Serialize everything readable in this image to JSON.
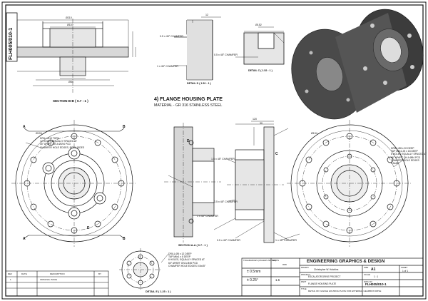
{
  "drawing": {
    "number": "FLH005/010-1",
    "title": "4) FLANGE HOUSING PLATE",
    "material": "MATERIAL - GR 316 STAINLESS STEEL"
  },
  "views": {
    "section_bb": "SECTION B-B ( 0.7 : 1 )",
    "detail_d": "DETAIL D ( 1.52 : 1 )",
    "detail_c": "DETAIL C ( 1.52 : 1 )",
    "section_aa": "SECTION A-A ( 0.7 : 1 )",
    "detail_e": "DETAIL E ( 1.25 : 1 )"
  },
  "cutting_planes": {
    "a": "A",
    "b": "B",
    "c": "C",
    "d": "D",
    "e": "E"
  },
  "callouts": {
    "chamfer_05": "0.5 x 45° CHAMFER",
    "chamfer_1": "1 x 45° CHAMFER",
    "chamfer_15": "1.5 x 45° CHAMFER",
    "hole_note_left": "DRILL Ø13 THRU\n12 HOLES EQUALLY SPACED AT\n30° APART ON A Ø194 PCD\nCHAMFER HOLE EDGES, BOTH SIDES",
    "hole_note_right": "DRILL Ø8 x 20 DEEP\nTAP M8x1.25 x 18 DEEP\n6 HOLES EQUALLY SPACED AT\n60° APART ON A Ø84 PCD\nCHAMFER HOLE EDGES 0.5x45°",
    "hole_note_detail": "DRILL Ø5 x 12 DEEP\nTAP M6x1 x 8 DEEP\n6 HOLES, EQUALLY SPACED AT\n60° APART ON A Ø45 PCD\nCHAMFER HOLE EDGES 0.5x45°"
  },
  "dimensions": {
    "d_top_overall": "Ø210",
    "d_top_hub": "Ø110",
    "d_top_bore": "Ø84",
    "d_left_circle": "Ø194",
    "d_right_circle": "Ø194",
    "len_120": "120",
    "len_30": "30",
    "len_12": "12",
    "d_c_0152": "Ø152"
  },
  "title_block": {
    "company": "ENGINEERING GRAPHICS & DESIGN",
    "general_tolerance_label": "TOLERANCES (UNLESS NOTED)",
    "linear_tolerance": "± 0.5mm",
    "angular_tolerance": "± 0.25°",
    "surface_finish": "1.6",
    "size_label": "SIZE",
    "size": "A1",
    "scale_label": "SCALE",
    "scale": "1 : 1",
    "sheet_label": "SHEET",
    "sheet": "1 of 1",
    "drawn_label": "DRAWN",
    "drawn_by": "Christopher W. Hutchins",
    "project_label": "PROJECT",
    "project": "ESCALATOR DRIVE PROJECT",
    "part_label": "PART",
    "part": "FLANGE HOUSING PLATE",
    "title_label": "TITLE",
    "dwg_title": "DETAIL OF FLANGE HOUSING PLATE FOR EXTERNAL GEARBOX DRIVE",
    "dwg_no_label": "DWG NO",
    "dwg_no": "FLH005/010-1",
    "units_label": "UNITS",
    "units": "mm"
  },
  "revisions": {
    "rev_col": "REV",
    "date_col": "DATE",
    "desc_col": "DESCRIPTION",
    "by_col": "BY",
    "entries": [
      {
        "rev": "1",
        "date": "",
        "desc": "ORIGINAL ISSUE",
        "by": ""
      }
    ]
  }
}
